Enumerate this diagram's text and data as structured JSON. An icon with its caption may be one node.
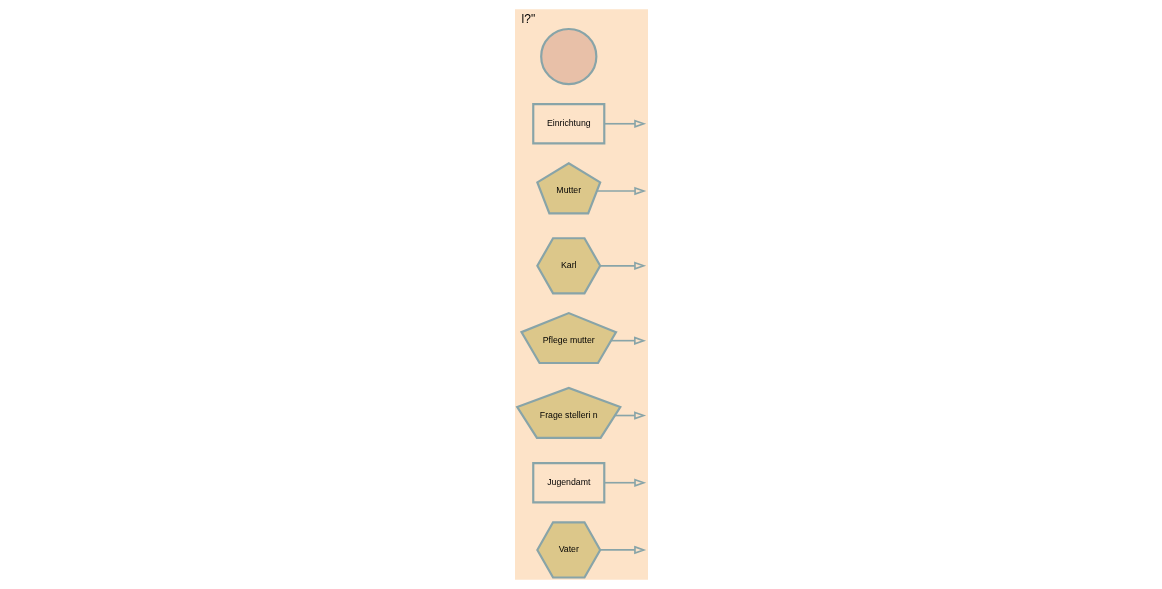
{
  "diagram": {
    "title": "l?\"",
    "nodes": [
      {
        "text": [
          "Vater"
        ]
      },
      {
        "text": [
          "Jugendamt"
        ]
      },
      {
        "text": [
          "Frage stelleri n"
        ]
      },
      {
        "text": [
          "Pflege mutter"
        ]
      },
      {
        "text": [
          "Karl"
        ]
      },
      {
        "text": [
          "Mutter"
        ]
      },
      {
        "text": [
          "Einrichtung"
        ]
      },
      {
        "text": [],
        "shape": "circle"
      }
    ],
    "edges": [
      {
        "from": 0,
        "to": null,
        "arrow": "to"
      },
      {
        "from": 1,
        "to": null,
        "arrow": "to"
      },
      {
        "from": 2,
        "to": null,
        "arrow": "to"
      },
      {
        "from": 3,
        "to": null,
        "arrow": "to"
      },
      {
        "from": 4,
        "to": null,
        "arrow": "to"
      },
      {
        "from": 5,
        "to": null,
        "arrow": "to"
      },
      {
        "from": 6,
        "to": null,
        "arrow": "to"
      }
    ]
  }
}
